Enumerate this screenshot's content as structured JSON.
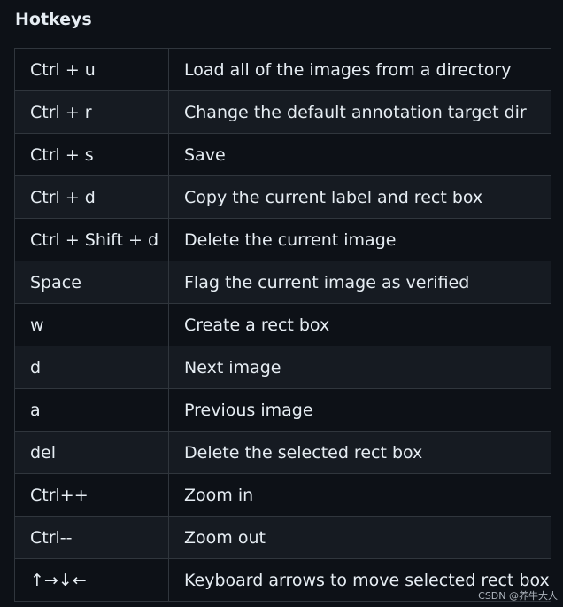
{
  "section": {
    "title": "Hotkeys"
  },
  "hotkeys": [
    {
      "key": "Ctrl + u",
      "description": "Load all of the images from a directory"
    },
    {
      "key": "Ctrl + r",
      "description": "Change the default annotation target dir"
    },
    {
      "key": "Ctrl + s",
      "description": "Save"
    },
    {
      "key": "Ctrl + d",
      "description": "Copy the current label and rect box"
    },
    {
      "key": "Ctrl + Shift + d",
      "description": "Delete the current image"
    },
    {
      "key": "Space",
      "description": "Flag the current image as verified"
    },
    {
      "key": "w",
      "description": "Create a rect box"
    },
    {
      "key": "d",
      "description": "Next image"
    },
    {
      "key": "a",
      "description": "Previous image"
    },
    {
      "key": "del",
      "description": "Delete the selected rect box"
    },
    {
      "key": "Ctrl++",
      "description": "Zoom in"
    },
    {
      "key": "Ctrl--",
      "description": "Zoom out"
    },
    {
      "key": "↑→↓←",
      "description": "Keyboard arrows to move selected rect box"
    }
  ],
  "watermark": "CSDN @养牛大人"
}
